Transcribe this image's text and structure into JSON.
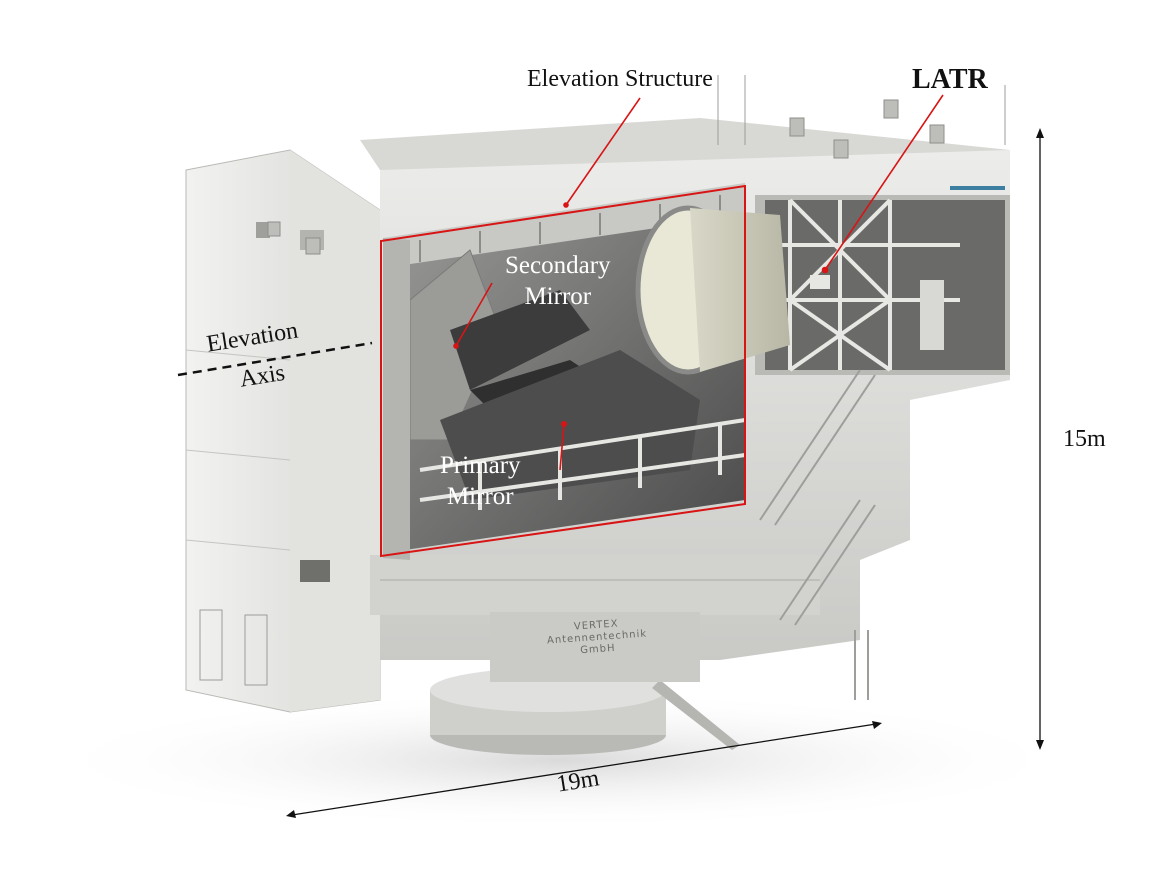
{
  "labels": {
    "elevation_structure": "Elevation Structure",
    "latr": "LATR",
    "secondary_mirror_line1": "Secondary",
    "secondary_mirror_line2": "Mirror",
    "primary_mirror_line1": "Primary",
    "primary_mirror_line2": "Mirror",
    "elevation_axis_line1": "Elevation",
    "elevation_axis_line2": "Axis",
    "height": "15m",
    "width": "19m",
    "maker_line1": "VERTEX",
    "maker_line2": "Antennentechnik",
    "maker_line3": "GmbH"
  },
  "colors": {
    "highlight": "#d81414",
    "body_light": "#e3e3e1",
    "body_mid": "#cfcfcc",
    "body_dark": "#a8a8a5",
    "interior_dark": "#5c5c5c",
    "arrow": "#111111"
  }
}
